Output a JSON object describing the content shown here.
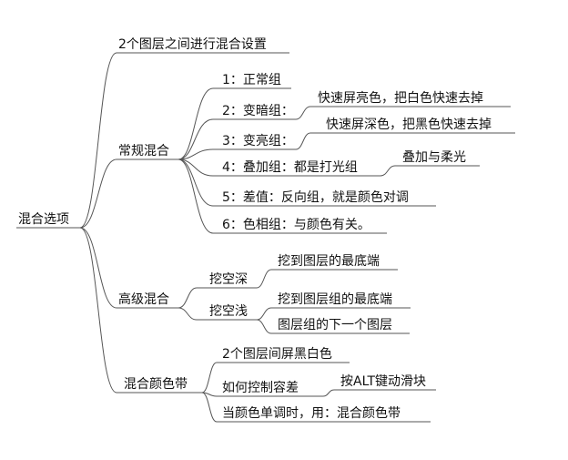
{
  "mindmap": {
    "root": "混合选项",
    "branches": [
      {
        "label": "2个图层之间进行混合设置",
        "children": []
      },
      {
        "label": "常规混合",
        "children": [
          {
            "label": "1：正常组",
            "children": []
          },
          {
            "label": "2：变暗组：",
            "children": [
              {
                "label": "快速屏亮色，把白色快速去掉"
              }
            ]
          },
          {
            "label": "3：变亮组：",
            "children": [
              {
                "label": "快速屏深色，把黑色快速去掉"
              }
            ]
          },
          {
            "label": "4：叠加组：都是打光组",
            "children": [
              {
                "label": "叠加与柔光"
              }
            ]
          },
          {
            "label": "5：差值：反向组，就是颜色对调",
            "children": []
          },
          {
            "label": "6：色相组：与颜色有关。",
            "children": []
          }
        ]
      },
      {
        "label": "高级混合",
        "children": [
          {
            "label": "挖空深",
            "children": [
              {
                "label": "挖到图层的最底端"
              }
            ]
          },
          {
            "label": "挖空浅",
            "children": [
              {
                "label": "挖到图层组的最底端"
              },
              {
                "label": "图层组的下一个图层"
              }
            ]
          }
        ]
      },
      {
        "label": "混合颜色带",
        "children": [
          {
            "label": "2个图层间屏黑白色",
            "children": []
          },
          {
            "label": "如何控制容差",
            "children": [
              {
                "label": "按ALT键动滑块"
              }
            ]
          },
          {
            "label": "当颜色单调时，用：混合颜色带",
            "children": []
          }
        ]
      }
    ]
  }
}
